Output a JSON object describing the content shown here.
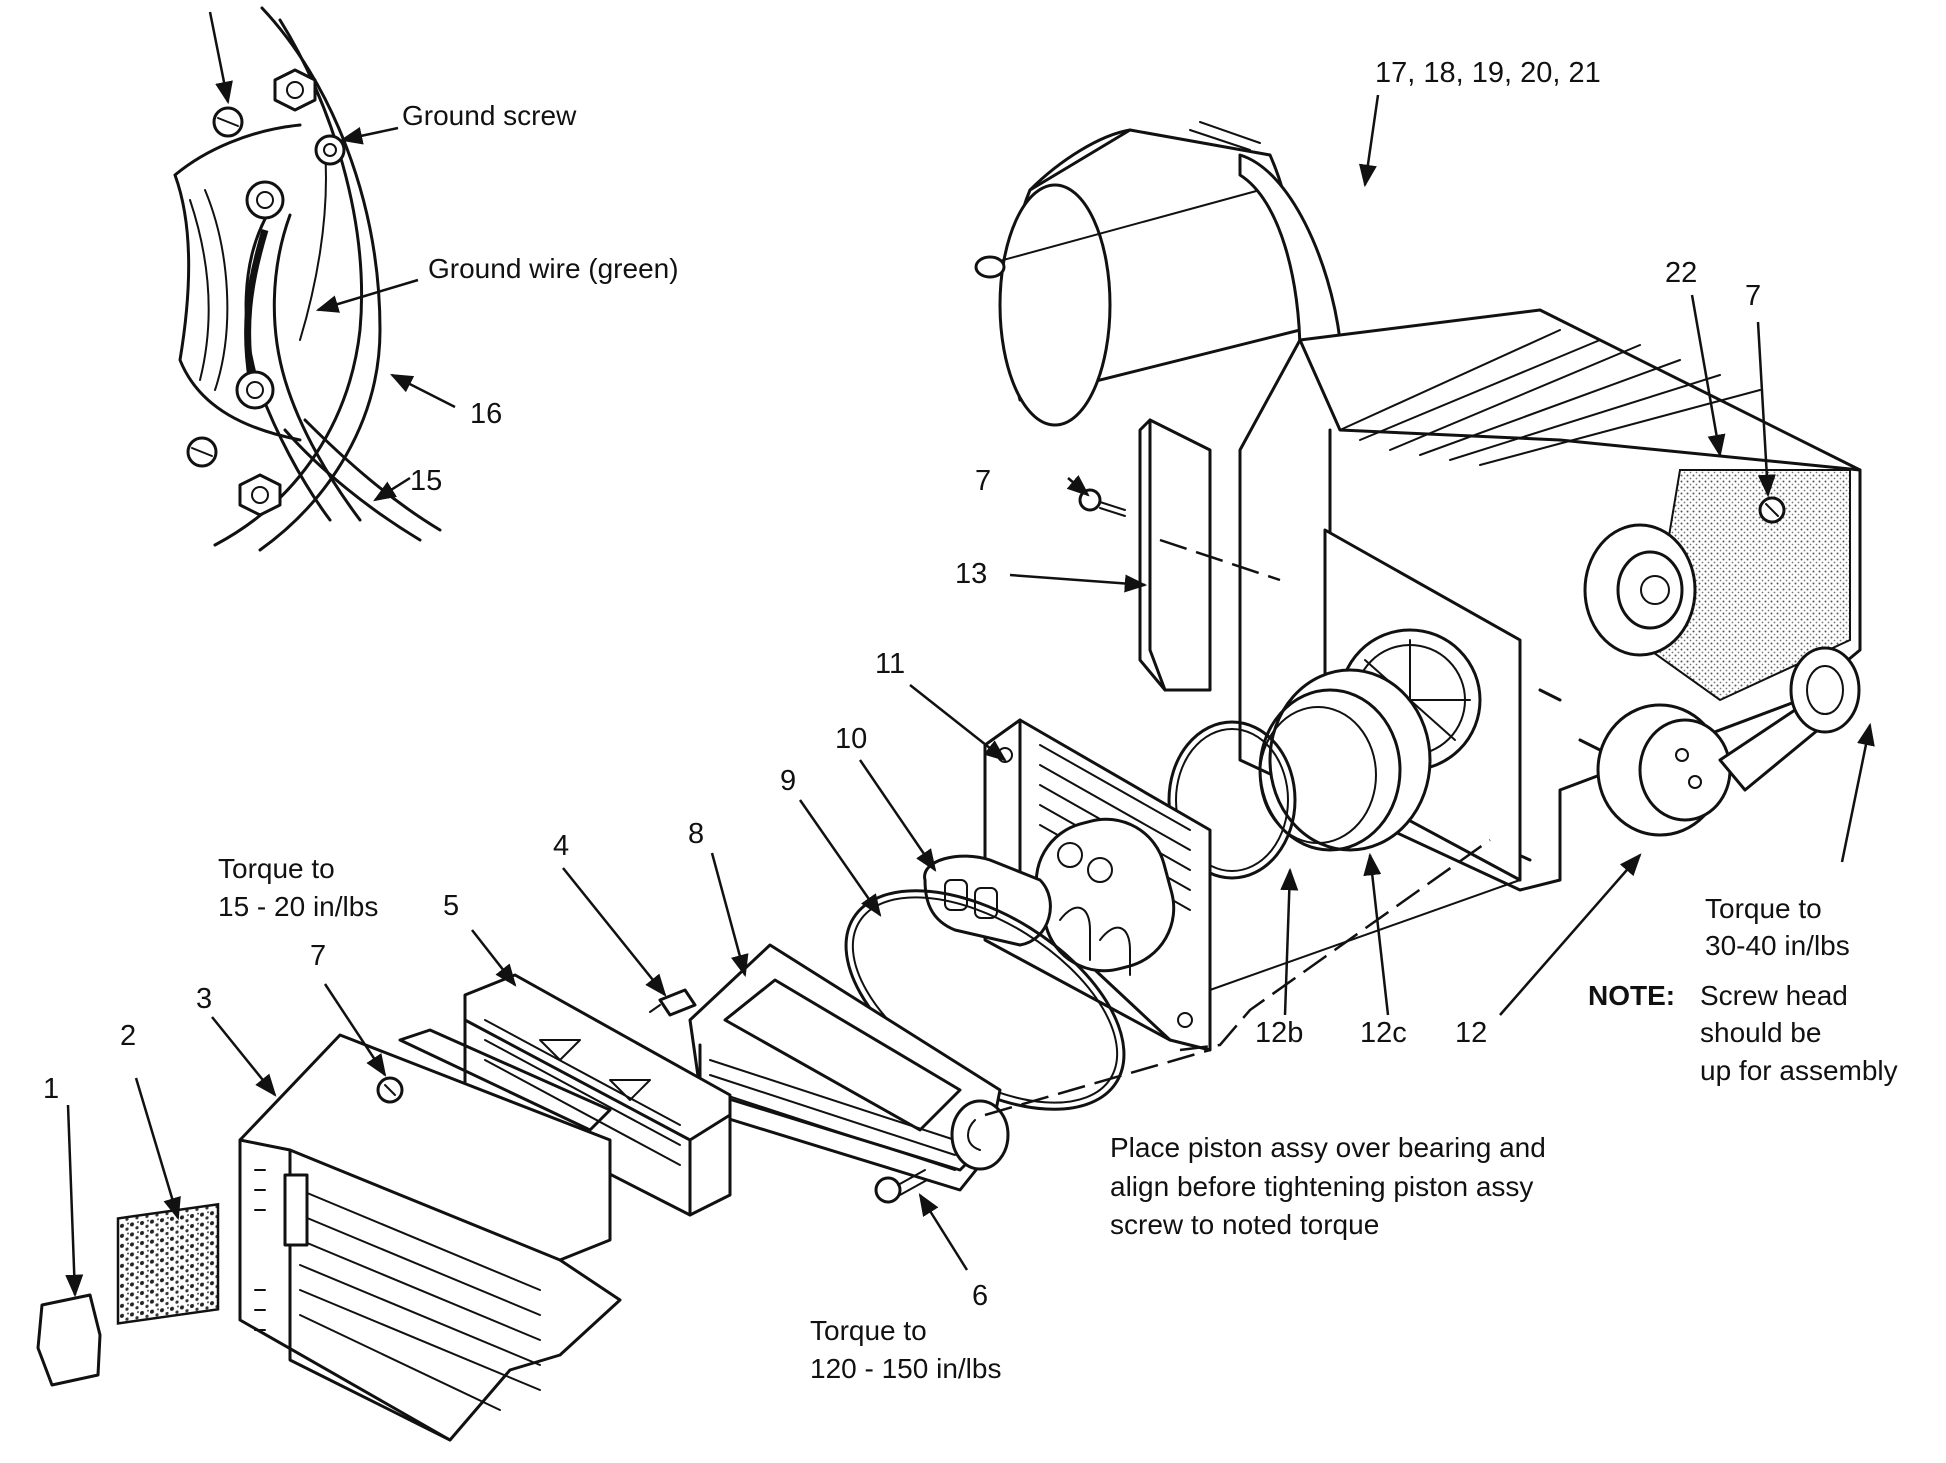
{
  "labels": {
    "ground_screw": "Ground screw",
    "ground_wire": "Ground wire (green)",
    "torque_to": "Torque to",
    "torque_small": "15 - 20 in/lbs",
    "torque_piston": "30-40 in/lbs",
    "torque_head": "120 - 150 in/lbs",
    "note_label": "NOTE:",
    "note_line1": "Screw head",
    "note_line2": "should be",
    "note_line3": "up for assembly",
    "instr_line1": "Place piston assy over bearing and",
    "instr_line2": "align before tightening piston assy",
    "instr_line3": "screw to noted torque"
  },
  "parts": {
    "p1": "1",
    "p2": "2",
    "p3": "3",
    "p4": "4",
    "p5": "5",
    "p6": "6",
    "p7a": "7",
    "p7b": "7",
    "p7c": "7",
    "p8": "8",
    "p9": "9",
    "p10": "10",
    "p11": "11",
    "p12": "12",
    "p12b": "12b",
    "p12c": "12c",
    "p13": "13",
    "p15": "15",
    "p16": "16",
    "p17_21": "17, 18, 19, 20, 21",
    "p22": "22"
  }
}
